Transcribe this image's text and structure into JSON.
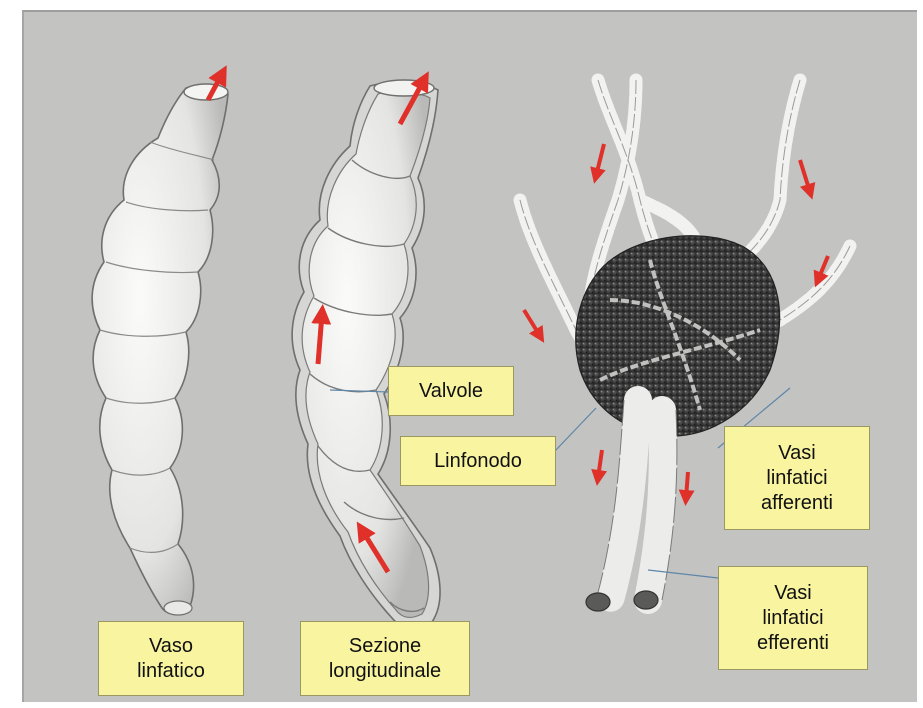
{
  "labels": {
    "vaso_linfatico": [
      "Vaso",
      "linfatico"
    ],
    "sezione_longitudinale": [
      "Sezione",
      "longitudinale"
    ],
    "valvole": "Valvole",
    "linfonodo": "Linfonodo",
    "vasi_afferenti": [
      "Vasi",
      "linfatici",
      "afferenti"
    ],
    "vasi_efferenti": [
      "Vasi",
      "linfatici",
      "efferenti"
    ]
  },
  "colors": {
    "background": "#c3c3c1",
    "vessel_fill": "#ececea",
    "vessel_stroke": "#6f6f6f",
    "arrow": "#e0302a",
    "node": "#3a3a3a",
    "label_fill": "#f8f4a0",
    "leader_line": "#5d86a8"
  },
  "icons": [
    "flow-arrow-icon"
  ]
}
